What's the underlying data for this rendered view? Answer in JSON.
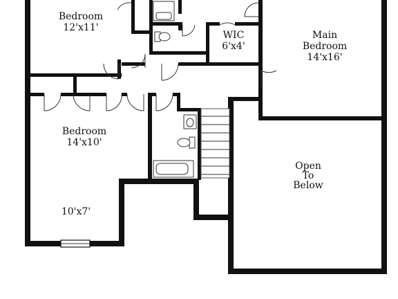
{
  "plan": {
    "rooms": [
      {
        "id": "bedroom_top",
        "name": "Bedroom",
        "size": "12'x11'"
      },
      {
        "id": "wic",
        "name": "WIC",
        "size": "6'x4'"
      },
      {
        "id": "main_bedroom",
        "name": "Main",
        "name2": "Bedroom",
        "size": "14'x16'"
      },
      {
        "id": "bedroom_mid",
        "name": "Bedroom",
        "size": "14'x10'"
      },
      {
        "id": "bonus",
        "size": "10'x7'"
      },
      {
        "id": "open_to_below",
        "line1": "Open",
        "line2": "To",
        "line3": "Below"
      }
    ]
  }
}
